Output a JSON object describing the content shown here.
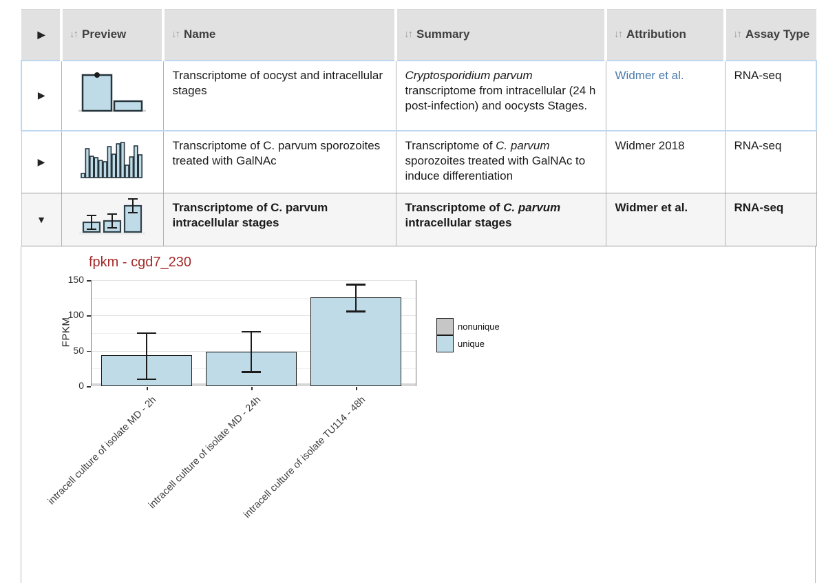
{
  "icons": {
    "collapsed": "▶",
    "expanded": "▼",
    "sort_down": "↓",
    "sort_up": "↑"
  },
  "colors": {
    "link_blue": "#4b79ac",
    "title_red": "#a52a2a",
    "bar_fill": "#bfdbe7",
    "legend_gray": "#c6c6c6",
    "selected_row_border": "#bdd7f1"
  },
  "table": {
    "columns": [
      {
        "label": "Preview"
      },
      {
        "label": "Name"
      },
      {
        "label": "Summary"
      },
      {
        "label": "Attribution"
      },
      {
        "label": "Assay Type"
      }
    ],
    "rows": [
      {
        "name": "Transcriptome of oocyst and intracellular stages",
        "summary": {
          "pre": "",
          "italic": "Cryptosporidium parvum",
          "post": " transcriptome from intracellular (24 h post-infection) and oocysts Stages."
        },
        "attribution": "Widmer et al.",
        "assay_type": "RNA-seq",
        "preview_icon": "two-bar-chart",
        "state": "selected-collapsed"
      },
      {
        "name": "Transcriptome of C. parvum sporozoites treated with GalNAc",
        "summary": {
          "pre": "Transcriptome of ",
          "italic": "C. parvum",
          "post": " sporozoites treated with GalNAc to induce differentiation"
        },
        "attribution": "Widmer 2018",
        "assay_type": "RNA-seq",
        "preview_icon": "multi-bar-chart",
        "state": "collapsed"
      },
      {
        "name": "Transcriptome of C. parvum intracellular stages",
        "summary": {
          "pre": "Transcriptome of ",
          "italic": "C. parvum",
          "post": " intracellular stages"
        },
        "attribution": "Widmer et al.",
        "assay_type": "RNA-seq",
        "preview_icon": "three-bar-errorbar-chart",
        "state": "expanded"
      }
    ]
  },
  "chart_data": {
    "type": "bar",
    "title": "fpkm - cgd7_230",
    "ylabel": "FPKM",
    "ylim": [
      0,
      150
    ],
    "yticks": [
      0,
      50,
      100,
      150
    ],
    "minor_gridlines": [
      25,
      75,
      125
    ],
    "categories": [
      "intracell culture of isolate MD - 2h",
      "intracell culture of isolate MD - 24h",
      "intracell culture of isolate TU114 - 48h"
    ],
    "values": [
      44,
      49,
      126
    ],
    "error_low": [
      11,
      21,
      107
    ],
    "error_high": [
      76,
      78,
      145
    ],
    "legend": [
      {
        "label": "nonunique",
        "color": "#c6c6c6"
      },
      {
        "label": "unique",
        "color": "#bfdbe7"
      }
    ],
    "legend_position": "right",
    "grid": true
  }
}
